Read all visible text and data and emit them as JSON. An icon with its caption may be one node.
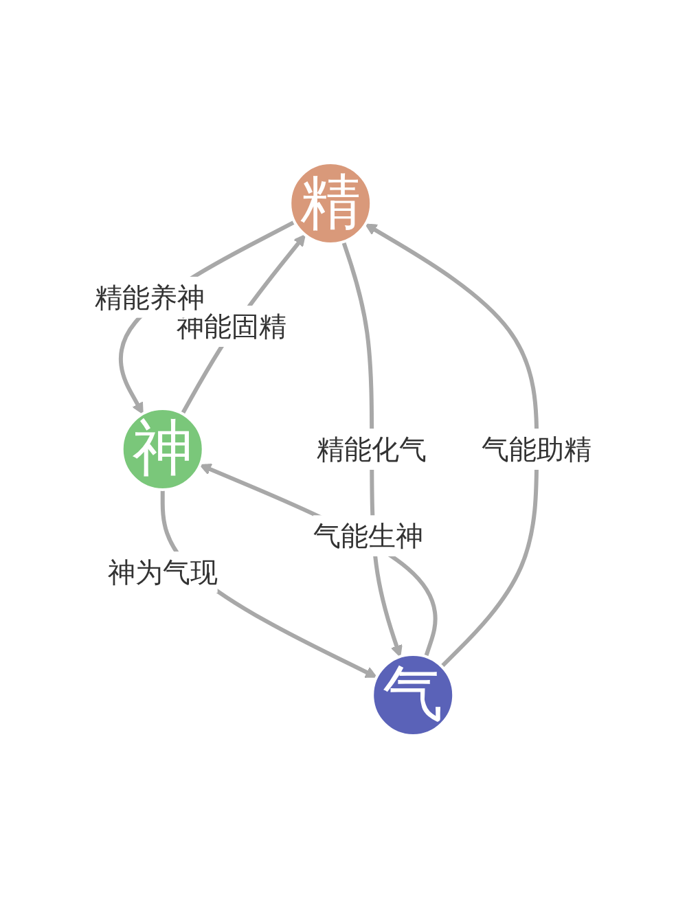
{
  "diagram": {
    "nodes": [
      {
        "text": [
          "精"
        ]
      },
      {
        "text": [
          "神"
        ]
      },
      {
        "text": [
          "气"
        ]
      }
    ],
    "edges": [
      {
        "from": 1,
        "to": 0,
        "arrow": "to",
        "label": "神能固精"
      },
      {
        "from": 0,
        "to": 1,
        "arrow": "to",
        "label": "精能养神"
      },
      {
        "from": 2,
        "to": 1,
        "arrow": "to",
        "label": "气能生神"
      },
      {
        "from": 1,
        "to": 2,
        "arrow": "to",
        "label": "神为气现"
      },
      {
        "from": 2,
        "to": 0,
        "arrow": "to",
        "label": "气能助精"
      },
      {
        "from": 0,
        "to": 2,
        "arrow": "to",
        "label": "精能化气"
      }
    ]
  }
}
